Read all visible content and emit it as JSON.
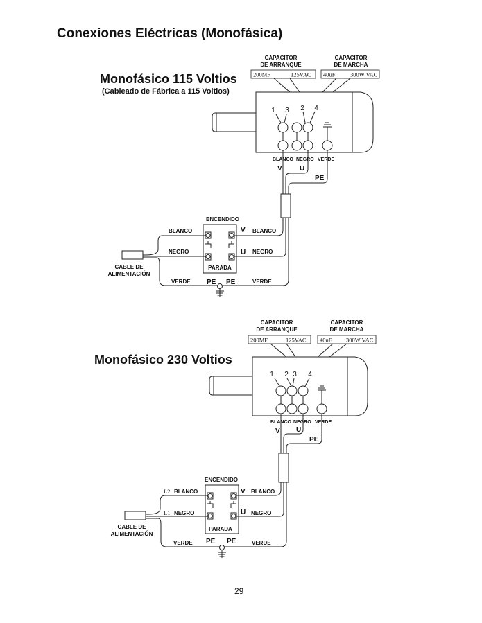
{
  "page": {
    "title": "Conexiones Eléctricas (Monofásica)",
    "page_number": "29"
  },
  "diagrams": [
    {
      "title": "Monofásico 115 Voltios",
      "subtitle": "(Cableado de Fábrica a 115 Voltios)",
      "start_capacitor": {
        "label_line1": "CAPACITOR",
        "label_line2": "DE ARRANQUE",
        "rating_a": "200MF",
        "rating_b": "125VAC"
      },
      "run_capacitor": {
        "label_line1": "CAPACITOR",
        "label_line2": "DE MARCHA",
        "rating_a": "40uF",
        "rating_b": "300W VAC"
      },
      "terminal_numbers": [
        "1",
        "3",
        "2",
        "4"
      ],
      "motor_wires": [
        "BLANCO",
        "NEGRO",
        "VERDE"
      ],
      "motor_wire_codes": [
        "V",
        "U",
        "PE"
      ],
      "switch": {
        "top_label": "ENCENDIDO",
        "bottom_label": "PARADA",
        "right_codes": [
          "V",
          "U"
        ],
        "left_wires": [
          "BLANCO",
          "NEGRO"
        ],
        "right_wires": [
          "BLANCO",
          "NEGRO"
        ],
        "left_line_codes": [
          "",
          ""
        ]
      },
      "power_cable": {
        "line1": "CABLE DE",
        "line2": "ALIMENTACIÓN"
      },
      "ground": {
        "left_wire": "VERDE",
        "left_code": "PE",
        "right_code": "PE",
        "right_wire": "VERDE"
      }
    },
    {
      "title": "Monofásico 230 Voltios",
      "subtitle": "",
      "start_capacitor": {
        "label_line1": "CAPACITOR",
        "label_line2": "DE ARRANQUE",
        "rating_a": "200MF",
        "rating_b": "125VAC"
      },
      "run_capacitor": {
        "label_line1": "CAPACITOR",
        "label_line2": "DE MARCHA",
        "rating_a": "40uF",
        "rating_b": "300W VAC"
      },
      "terminal_numbers": [
        "1",
        "2",
        "3",
        "4"
      ],
      "motor_wires": [
        "BLANCO",
        "NEGRO",
        "VERDE"
      ],
      "motor_wire_codes": [
        "V",
        "U",
        "PE"
      ],
      "switch": {
        "top_label": "ENCENDIDO",
        "bottom_label": "PARADA",
        "right_codes": [
          "V",
          "U"
        ],
        "left_wires": [
          "BLANCO",
          "NEGRO"
        ],
        "right_wires": [
          "BLANCO",
          "NEGRO"
        ],
        "left_line_codes": [
          "L2",
          "L1"
        ]
      },
      "power_cable": {
        "line1": "CABLE DE",
        "line2": "ALIMENTACIÓN"
      },
      "ground": {
        "left_wire": "VERDE",
        "left_code": "PE",
        "right_code": "PE",
        "right_wire": "VERDE"
      }
    }
  ]
}
